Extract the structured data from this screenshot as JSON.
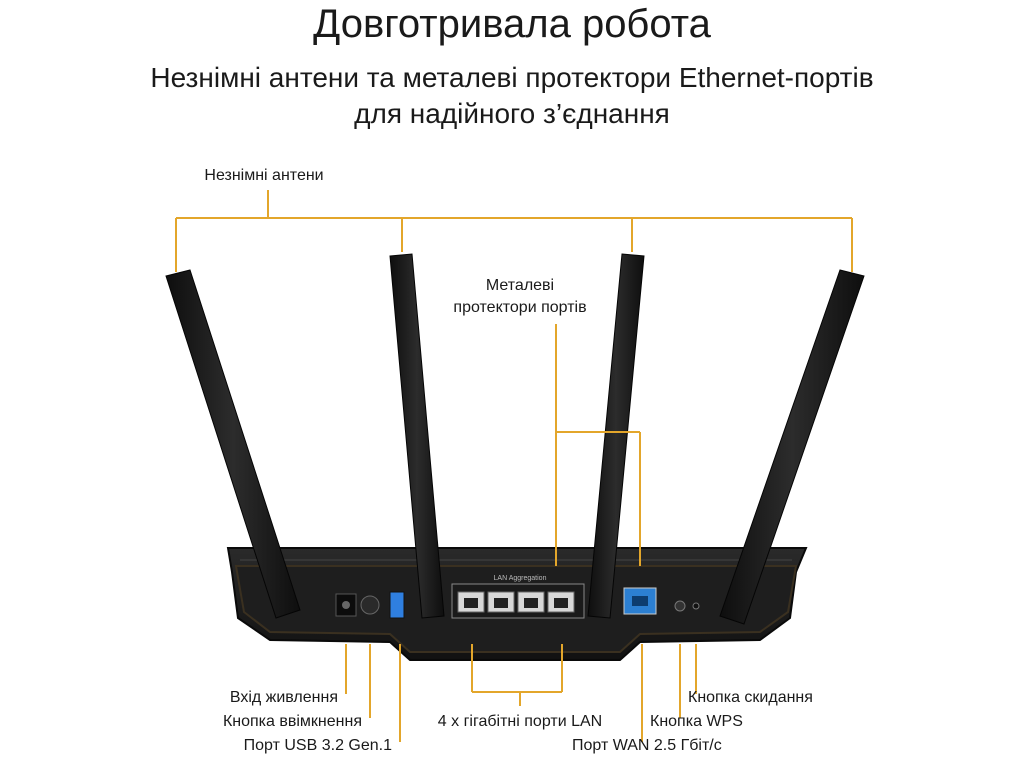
{
  "title": "Довготривала робота",
  "subtitle_line1": "Незнімні антени та металеві протектори Ethernet-портів",
  "subtitle_line2": "для надійного з’єднання",
  "callouts": {
    "antennas": "Незнімні антени",
    "port_protectors_line1": "Металеві",
    "port_protectors_line2": "протектори портів",
    "power_input": "Вхід живлення",
    "power_button": "Кнопка ввімкнення",
    "usb_port": "Порт USB 3.2 Gen.1",
    "lan_ports": "4 x гігабітні порти LAN",
    "reset_button": "Кнопка скидання",
    "wps_button": "Кнопка WPS",
    "wan_port": "Порт WAN 2.5 Гбіт/с"
  },
  "device": {
    "lan_label": "LAN Aggregation"
  },
  "colors": {
    "callout_line": "#e3a62b",
    "device_body": "#1b1b1b",
    "device_accent": "#3a3020",
    "wan_port": "#2c7fd1",
    "usb_port": "#2f7fe0"
  }
}
